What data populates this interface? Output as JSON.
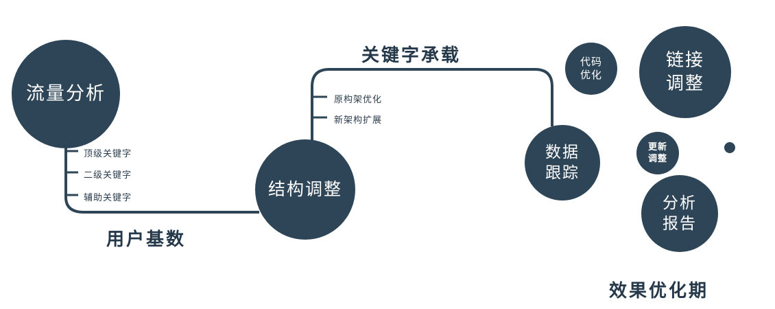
{
  "diagram": {
    "nodes": {
      "traffic_analysis": {
        "label": "流量分析"
      },
      "structure_adjustment": {
        "label": "结构调整"
      },
      "data_tracking": {
        "line1": "数据",
        "line2": "跟踪"
      },
      "code_optimization": {
        "line1": "代码",
        "line2": "优化"
      },
      "link_adjustment": {
        "line1": "链接",
        "line2": "调整"
      },
      "update_adjustment": {
        "line1": "更新",
        "line2": "调整"
      },
      "analysis_report": {
        "line1": "分析",
        "line2": "报告"
      }
    },
    "edge_labels": {
      "user_base": "用户基数",
      "keyword_bearing": "关键字承载"
    },
    "tick_labels": {
      "left": [
        "顶级关键字",
        "二级关键字",
        "辅助关键字"
      ],
      "right": [
        "原构架优化",
        "新架构扩展"
      ]
    },
    "caption": "效果优化期",
    "colors": {
      "node_fill": "#2d4557",
      "node_text": "#ffffff",
      "line": "#2d4557",
      "label_text": "#24384a"
    }
  }
}
